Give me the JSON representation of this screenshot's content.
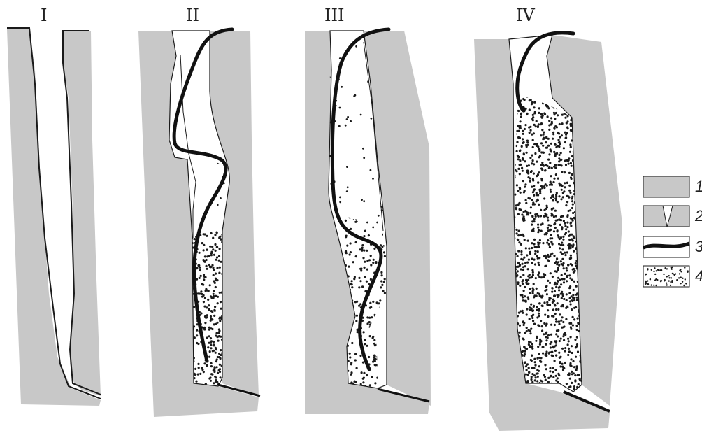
{
  "panels": [
    {
      "label": "I"
    },
    {
      "label": "II"
    },
    {
      "label": "III"
    },
    {
      "label": "IV"
    }
  ],
  "legend": [
    {
      "number": "1",
      "meaning": "host rock (gray fill)"
    },
    {
      "number": "2",
      "meaning": "open cavity / fissure"
    },
    {
      "number": "3",
      "meaning": "flow line (thick black curve)"
    },
    {
      "number": "4",
      "meaning": "dotted infill"
    }
  ],
  "colors": {
    "rock": "#c8c8c8",
    "outline": "#1a1a1a",
    "cavity": "#ffffff",
    "dots": "#1a1a1a"
  }
}
